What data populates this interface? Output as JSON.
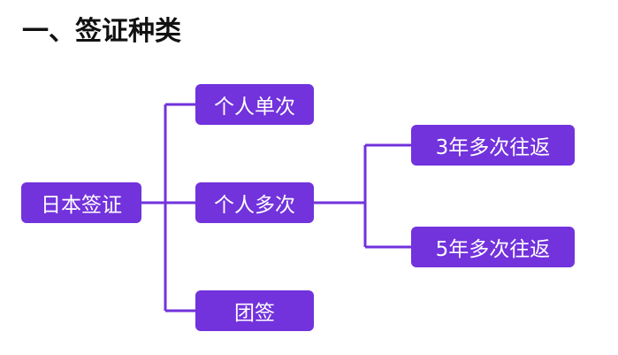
{
  "title": "一、签证种类",
  "colors": {
    "node_fill": "#7232dc",
    "line": "#7232dc",
    "node_text": "#ffffff",
    "title_text": "#111111"
  },
  "nodes": {
    "root": "日本签证",
    "single": "个人单次",
    "multiple": "个人多次",
    "group": "团签",
    "three_year": "3年多次往返",
    "five_year": "5年多次往返"
  }
}
